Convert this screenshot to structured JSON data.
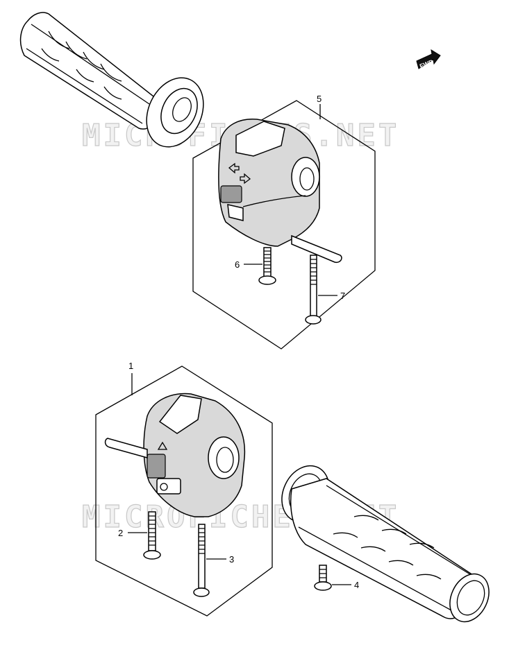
{
  "watermark": {
    "top": "MICROFICHES.NET",
    "bottom": "MICROFICHES.NET"
  },
  "fwd_badge": "FWD",
  "parts": [
    {
      "label": "1"
    },
    {
      "label": "2"
    },
    {
      "label": "3"
    },
    {
      "label": "4"
    },
    {
      "label": "5"
    },
    {
      "label": "6"
    },
    {
      "label": "7"
    }
  ]
}
